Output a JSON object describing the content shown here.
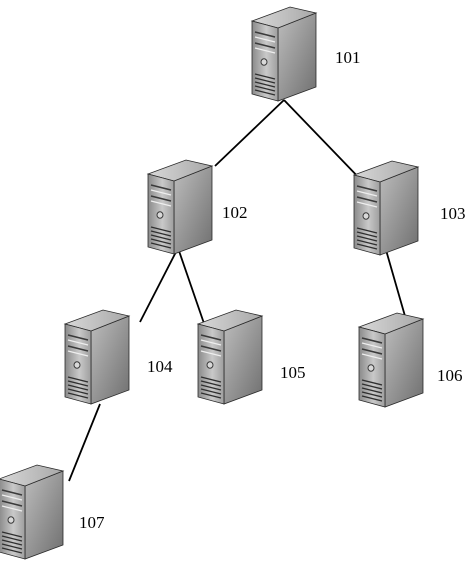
{
  "nodes": [
    {
      "id": "101",
      "label": "101"
    },
    {
      "id": "102",
      "label": "102"
    },
    {
      "id": "103",
      "label": "103"
    },
    {
      "id": "104",
      "label": "104"
    },
    {
      "id": "105",
      "label": "105"
    },
    {
      "id": "106",
      "label": "106"
    },
    {
      "id": "107",
      "label": "107"
    }
  ],
  "edges": [
    {
      "from": "101",
      "to": "102"
    },
    {
      "from": "101",
      "to": "103"
    },
    {
      "from": "102",
      "to": "104"
    },
    {
      "from": "102",
      "to": "105"
    },
    {
      "from": "103",
      "to": "106"
    },
    {
      "from": "104",
      "to": "107"
    }
  ],
  "icon": "server-tower-icon"
}
